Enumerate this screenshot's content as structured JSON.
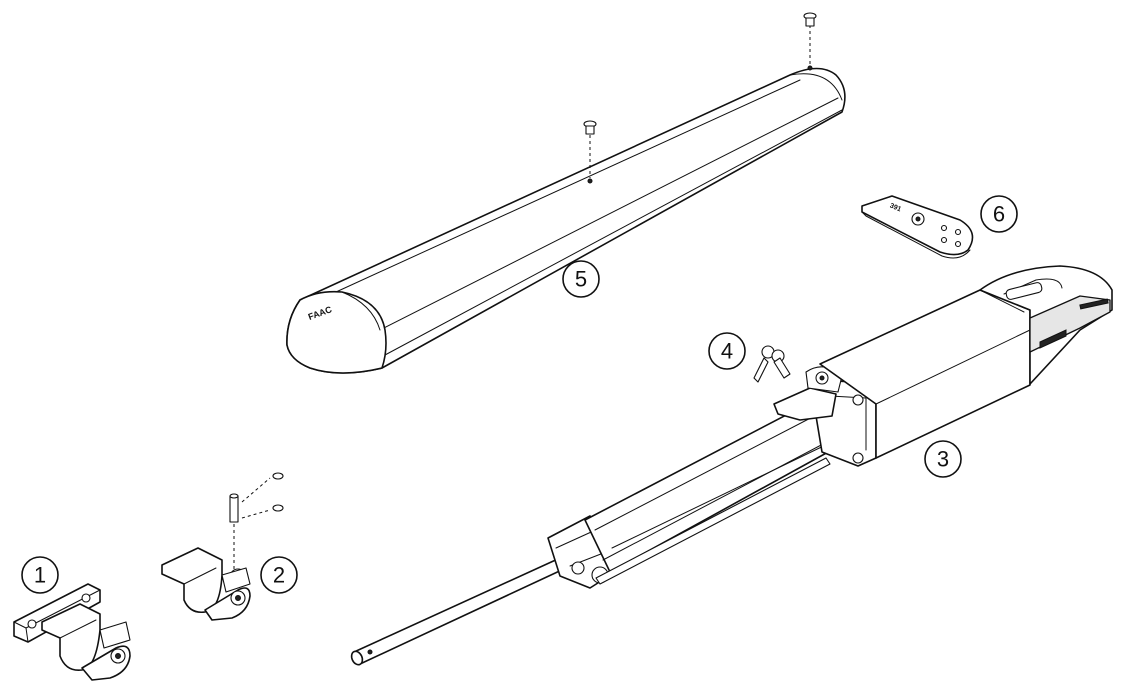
{
  "callouts": [
    {
      "id": "1",
      "label": "1"
    },
    {
      "id": "2",
      "label": "2"
    },
    {
      "id": "3",
      "label": "3"
    },
    {
      "id": "4",
      "label": "4"
    },
    {
      "id": "5",
      "label": "5"
    },
    {
      "id": "6",
      "label": "6"
    }
  ],
  "cover_brand_text": "FAAC",
  "plate_text": "391"
}
